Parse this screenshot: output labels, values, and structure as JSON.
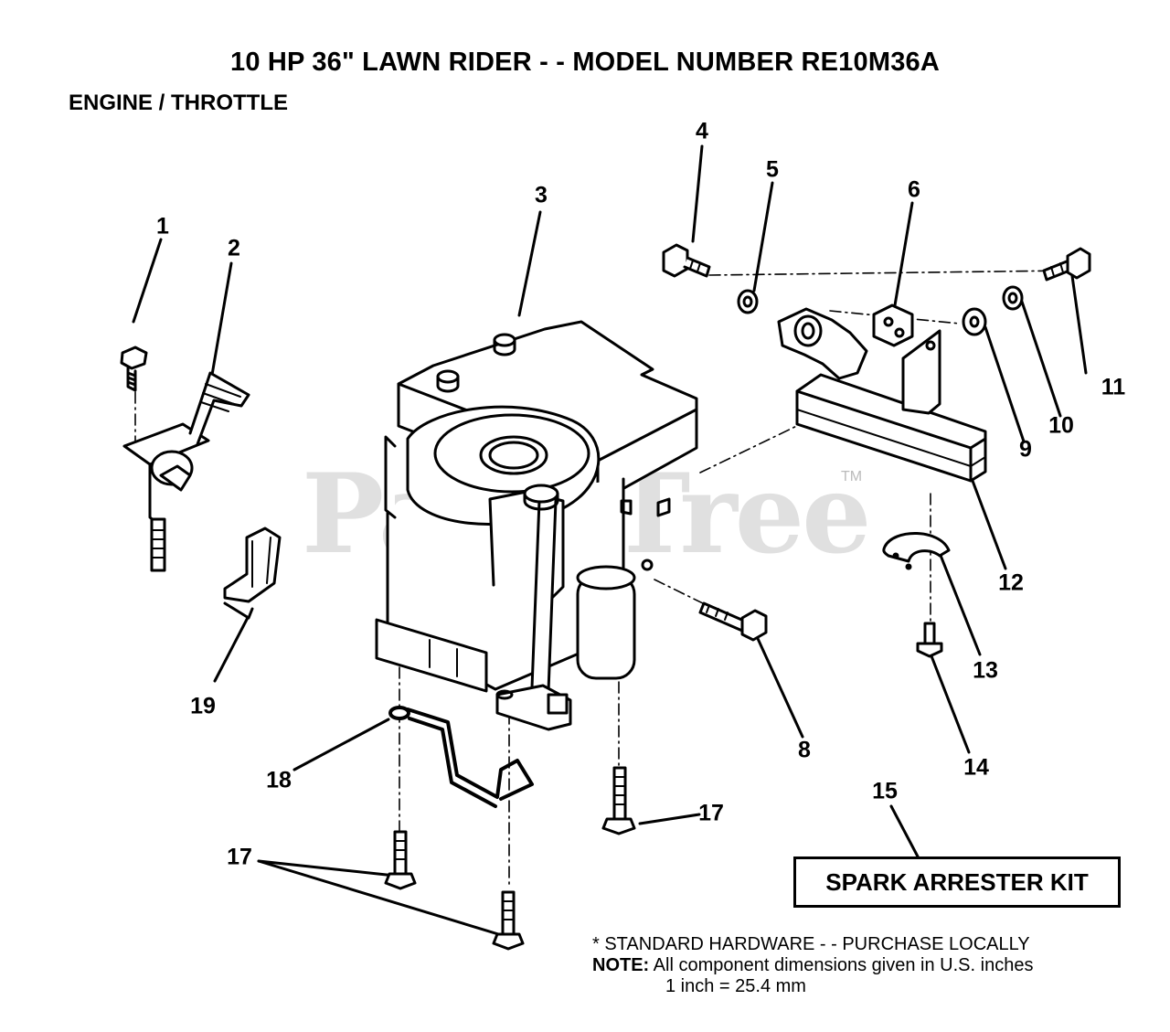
{
  "header": {
    "title": "10 HP 36\" LAWN RIDER - - MODEL NUMBER RE10M36A",
    "subtitle": "ENGINE / THROTTLE"
  },
  "watermark": {
    "text": "PartsTree",
    "tm": "TM"
  },
  "callouts": {
    "c1": "1",
    "c2": "2",
    "c3": "3",
    "c4": "4",
    "c5": "5",
    "c6": "6",
    "c8": "8",
    "c9": "9",
    "c10": "10",
    "c11": "11",
    "c12": "12",
    "c13": "13",
    "c14": "14",
    "c15": "15",
    "c17a": "17",
    "c17b": "17",
    "c18": "18",
    "c19": "19"
  },
  "kit_label": "SPARK ARRESTER KIT",
  "notes": {
    "line1": "* STANDARD HARDWARE - - PURCHASE LOCALLY",
    "note_label": "NOTE:",
    "line2": "All component dimensions given in U.S. inches",
    "line3": "1 inch = 25.4 mm"
  }
}
